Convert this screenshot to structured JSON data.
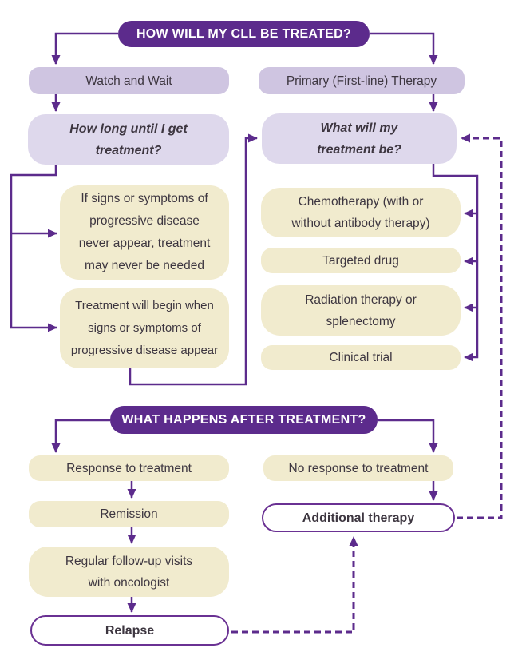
{
  "palette": {
    "dark_purple": "#5c2b8c",
    "light_purple": "#cfc5e1",
    "pale_purple": "#ded8ec",
    "tan": "#f1ebce",
    "text": "#3d3640",
    "outline_box_border": "#6a3193",
    "connector": "#5c2b8c"
  },
  "section1": {
    "header": "HOW WILL MY CLL BE TREATED?",
    "watch_and_wait": "Watch and Wait",
    "primary_therapy": "Primary (First-line) Therapy",
    "question_left": "How long until I get treatment?",
    "question_right": "What will my treatment be?",
    "outcome_no_signs": "If signs or symptoms of progressive disease never appear, treatment may never be needed",
    "outcome_signs": "Treatment will begin when signs or symptoms of progressive disease appear",
    "options": [
      "Chemotherapy (with or without antibody therapy)",
      "Targeted drug",
      "Radiation therapy or splenectomy",
      "Clinical trial"
    ]
  },
  "section2": {
    "header": "WHAT HAPPENS AFTER TREATMENT?",
    "response": "Response to treatment",
    "remission": "Remission",
    "follow_up": "Regular follow-up visits with oncologist",
    "relapse": "Relapse",
    "no_response": "No response to treatment",
    "additional_therapy": "Additional therapy"
  }
}
